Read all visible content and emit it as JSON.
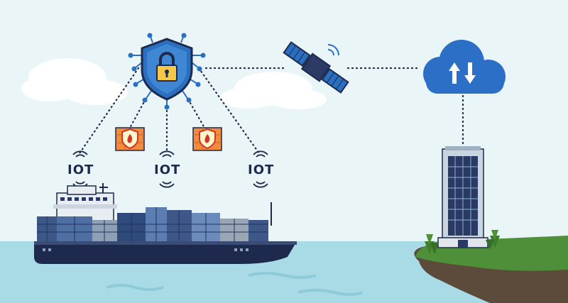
{
  "scene": {
    "iot_labels": [
      "IOT",
      "IOT",
      "IOT"
    ],
    "icons": {
      "shield": "shield-lock-icon",
      "firewall": "firewall-icon",
      "satellite": "satellite-icon",
      "cloud": "cloud-sync-icon",
      "building": "office-building-icon",
      "ship": "container-ship"
    },
    "colors": {
      "sky": "#e8f4f7",
      "sea": "#a9dbe6",
      "shield_blue": "#2a6fc0",
      "lock_yellow": "#f5c84a",
      "cloud_blue": "#2b6fc6",
      "firewall_orange": "#f08c3c",
      "navy": "#1d2a4d",
      "grass": "#4f8f3a"
    }
  }
}
